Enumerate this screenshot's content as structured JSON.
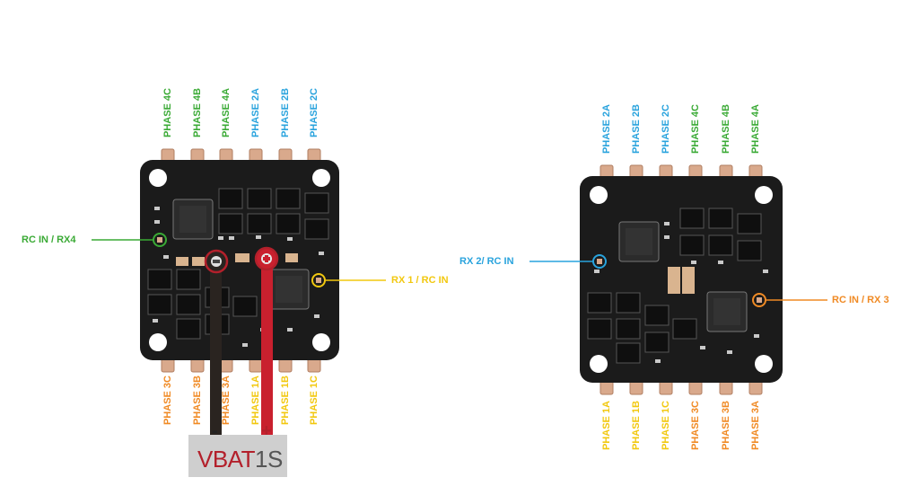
{
  "colors": {
    "green": "#3aaa35",
    "blue": "#29a3dd",
    "orange": "#f08a24",
    "yellow": "#f2c80f",
    "red": "#b3202b",
    "board": "#1b1b1b"
  },
  "left_board": {
    "top_labels": [
      "PHASE 4C",
      "PHASE 4B",
      "PHASE 4A",
      "PHASE 2A",
      "PHASE 2B",
      "PHASE 2C"
    ],
    "bottom_labels": [
      "PHASE 3C",
      "PHASE 3B",
      "PHASE 3A",
      "PHASE 1A",
      "PHASE 1B",
      "PHASE 1C"
    ],
    "callout_left": "RC IN / RX4",
    "callout_right": "RX 1 / RC IN",
    "minus": "-",
    "plus": "+",
    "vbat": "VBAT",
    "cells": "1S"
  },
  "right_board": {
    "top_labels": [
      "PHASE 2A",
      "PHASE 2B",
      "PHASE 2C",
      "PHASE 4C",
      "PHASE 4B",
      "PHASE 4A"
    ],
    "bottom_labels": [
      "PHASE 1A",
      "PHASE 1B",
      "PHASE 1C",
      "PHASE 3C",
      "PHASE 3B",
      "PHASE 3A"
    ],
    "callout_left": "RX 2/ RC IN",
    "callout_right": "RC IN / RX 3"
  }
}
